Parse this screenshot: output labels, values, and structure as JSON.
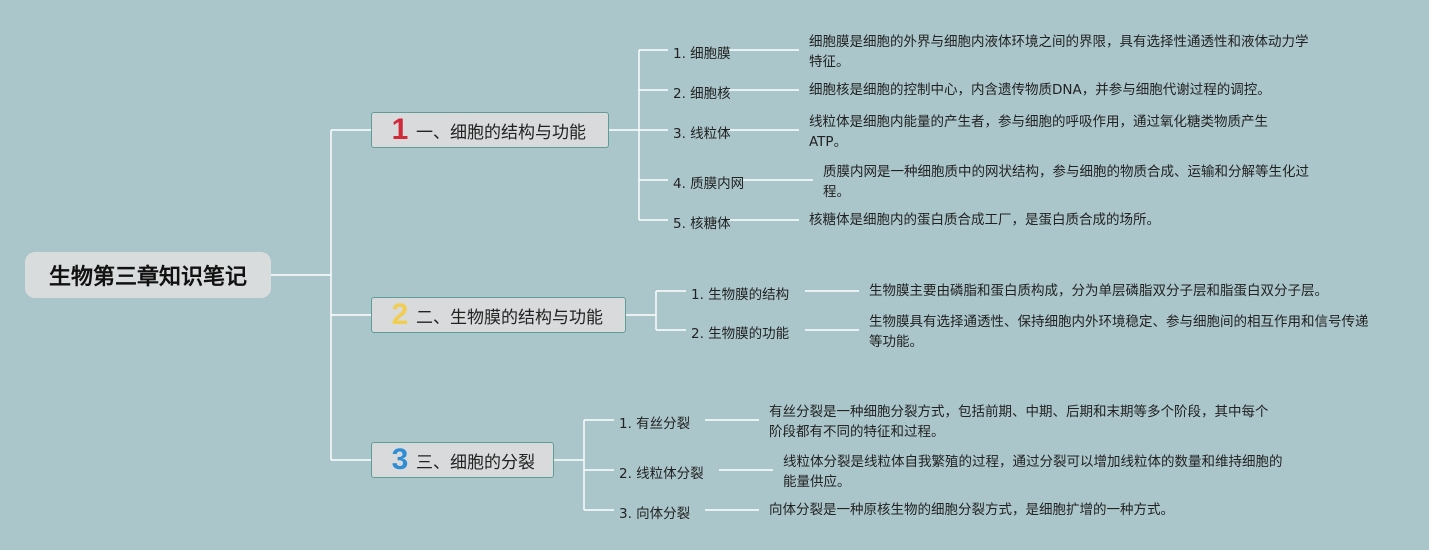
{
  "root": {
    "title": "生物第三章知识笔记"
  },
  "sections": [
    {
      "number": "1",
      "number_color": "#d0293a",
      "title": "一、细胞的结构与功能",
      "items": [
        {
          "label": "1. 细胞膜",
          "desc": "细胞膜是细胞的外界与细胞内液体环境之间的界限，具有选择性通透性和液体动力学特征。"
        },
        {
          "label": "2. 细胞核",
          "desc": "细胞核是细胞的控制中心，内含遗传物质DNA，并参与细胞代谢过程的调控。"
        },
        {
          "label": "3. 线粒体",
          "desc": "线粒体是细胞内能量的产生者，参与细胞的呼吸作用，通过氧化糖类物质产生ATP。"
        },
        {
          "label": "4. 质膜内网",
          "desc": "质膜内网是一种细胞质中的网状结构，参与细胞的物质合成、运输和分解等生化过程。"
        },
        {
          "label": "5. 核糖体",
          "desc": "核糖体是细胞内的蛋白质合成工厂，是蛋白质合成的场所。"
        }
      ]
    },
    {
      "number": "2",
      "number_color": "#f1cd52",
      "title": "二、生物膜的结构与功能",
      "items": [
        {
          "label": "1. 生物膜的结构",
          "desc": "生物膜主要由磷脂和蛋白质构成，分为单层磷脂双分子层和脂蛋白双分子层。"
        },
        {
          "label": "2. 生物膜的功能",
          "desc": "生物膜具有选择通透性、保持细胞内外环境稳定、参与细胞间的相互作用和信号传递等功能。"
        }
      ]
    },
    {
      "number": "3",
      "number_color": "#2f8ed3",
      "title": "三、细胞的分裂",
      "items": [
        {
          "label": "1. 有丝分裂",
          "desc": "有丝分裂是一种细胞分裂方式，包括前期、中期、后期和末期等多个阶段，其中每个阶段都有不同的特征和过程。"
        },
        {
          "label": "2. 线粒体分裂",
          "desc": "线粒体分裂是线粒体自我繁殖的过程，通过分裂可以增加线粒体的数量和维持细胞的能量供应。"
        },
        {
          "label": "3. 向体分裂",
          "desc": "向体分裂是一种原核生物的细胞分裂方式，是细胞扩增的一种方式。"
        }
      ]
    }
  ]
}
